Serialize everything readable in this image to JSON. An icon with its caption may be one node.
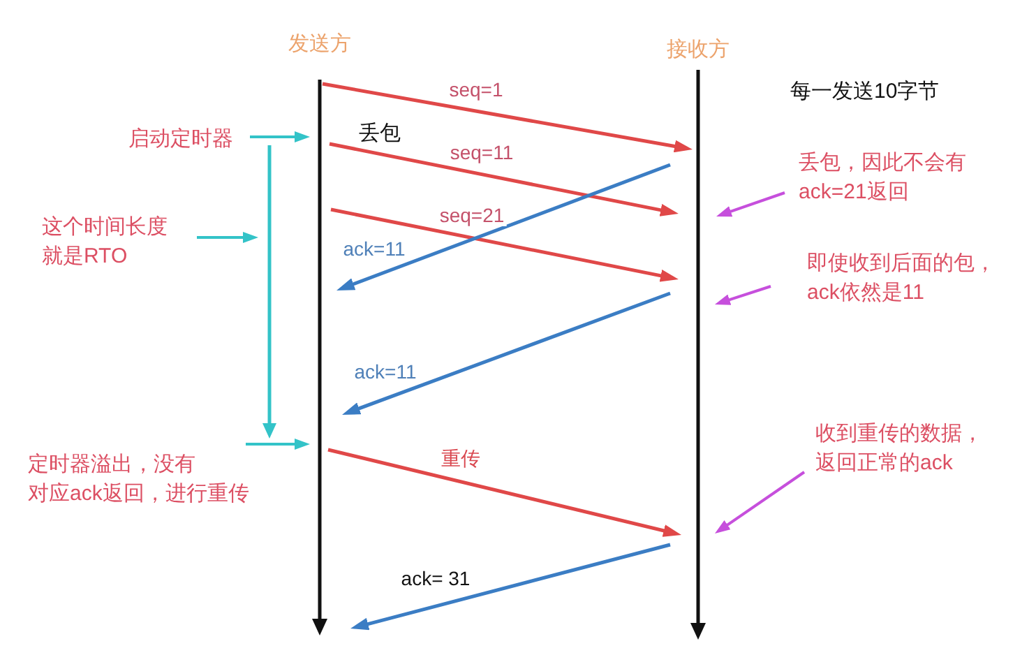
{
  "diagram": {
    "nodes": [
      {
        "text": [
          "发送方"
        ]
      },
      {
        "text": [
          "接收方"
        ]
      },
      {
        "text": [
          "启动定时器"
        ]
      },
      {
        "text": [
          "这个时间长度就是RTO"
        ]
      },
      {
        "text": [],
        "shape": "line"
      },
      {
        "text": [
          "定时器溢出，没有对应ack返回，进行重传"
        ]
      },
      {
        "text": [
          "丢包，因此不会有ack=21返回"
        ]
      },
      {
        "text": [
          "即使收到后面的包，ack依然是11"
        ]
      },
      {
        "text": [
          "收到重传的数据，返回正常的ack"
        ]
      }
    ],
    "edges": [
      {
        "from": 0,
        "to": 1,
        "arrow": "to",
        "label": "seq=1"
      },
      {
        "from": 0,
        "to": 1,
        "arrow": "to",
        "label": "seq=11"
      },
      {
        "from": 0,
        "to": 1,
        "arrow": "to",
        "label": "seq=21"
      },
      {
        "from": 1,
        "to": 0,
        "arrow": "to",
        "label": "ack=11",
        "color": "#3b7dc4"
      },
      {
        "from": 1,
        "to": 0,
        "arrow": "to",
        "label": "ack=11",
        "color": "#3b7dc4"
      },
      {
        "from": 0,
        "to": 1,
        "arrow": "to",
        "label": "重传"
      },
      {
        "from": 1,
        "to": 0,
        "arrow": "to",
        "label": "ack= 31",
        "color": "#3b7dc4"
      },
      {
        "from": 2,
        "to": 0,
        "arrow": "to",
        "color": "#33c3c8"
      },
      {
        "from": 3,
        "to": 4,
        "arrow": "to",
        "color": "#33c3c8"
      },
      {
        "from": 5,
        "to": 0,
        "arrow": "to",
        "color": "#33c3c8"
      },
      {
        "from": 6,
        "to": 1,
        "arrow": "to",
        "color": "#c64fdc"
      },
      {
        "from": 7,
        "to": 1,
        "arrow": "to",
        "color": "#c64fdc"
      },
      {
        "from": 8,
        "to": 1,
        "arrow": "to",
        "color": "#c64fdc"
      }
    ],
    "labels": [
      "每一发送10字节",
      "丢包"
    ]
  }
}
